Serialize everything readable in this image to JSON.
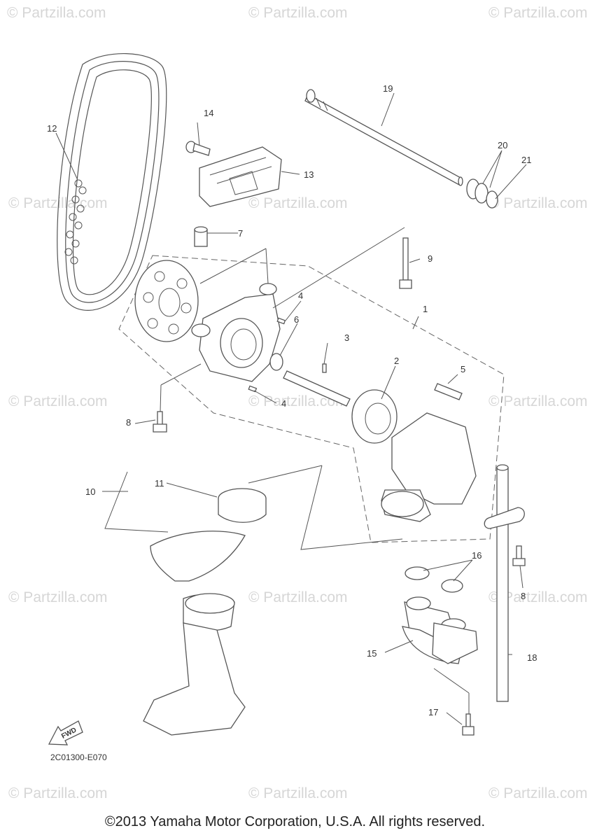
{
  "diagram": {
    "drawing_code": "2C01300-E070",
    "fwd_label": "FWD",
    "watermark": "© Partzilla.com",
    "copyright": "©2013 Yamaha Motor Corporation, U.S.A. All rights reserved.",
    "callouts": {
      "c1": "1",
      "c2": "2",
      "c3": "3",
      "c4a": "4",
      "c4b": "4",
      "c5": "5",
      "c6": "6",
      "c7": "7",
      "c8a": "8",
      "c8b": "8",
      "c9": "9",
      "c10": "10",
      "c11": "11",
      "c12": "12",
      "c13": "13",
      "c14": "14",
      "c15": "15",
      "c16": "16",
      "c17": "17",
      "c18": "18",
      "c19": "19",
      "c20": "20",
      "c21": "21"
    }
  }
}
